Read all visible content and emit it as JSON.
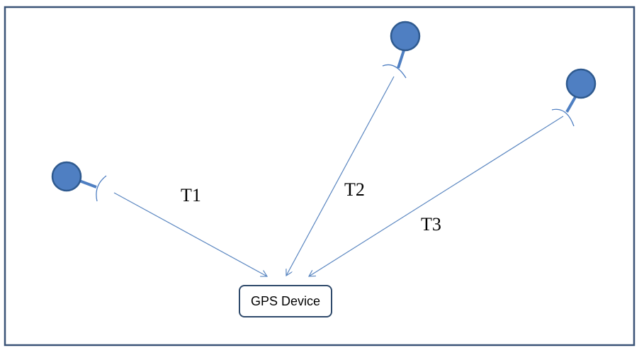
{
  "device": {
    "label": "GPS Device"
  },
  "signals": [
    {
      "label": "T1"
    },
    {
      "label": "T2"
    },
    {
      "label": "T3"
    }
  ],
  "colors": {
    "frame": "#3a5377",
    "satellite_fill": "#4f7fc2",
    "satellite_stroke": "#2f5a8f",
    "signal_line": "#5a86c0",
    "device_border": "#2f4a6b"
  }
}
